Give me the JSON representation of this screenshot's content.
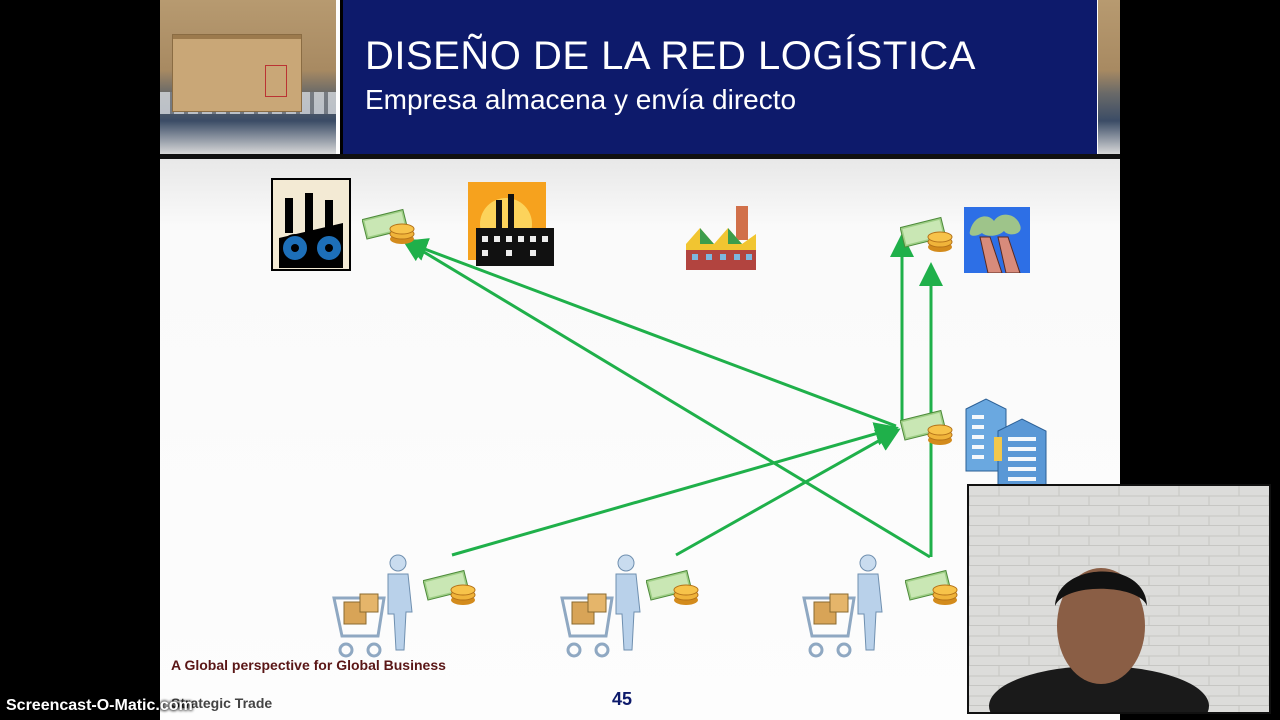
{
  "slide": {
    "title": "DISEÑO DE LA RED LOGÍSTICA",
    "subtitle": "Empresa almacena  y envía directo",
    "footer_line1": "A Global perspective for Global Business",
    "footer_line2": "Strategic Trade",
    "page_number": "45"
  },
  "colors": {
    "header_bg": "#0d1a6b",
    "arrow": "#1fb04a"
  },
  "diagram": {
    "nodes": [
      "factory-gears-icon",
      "factory-sunrise-icon",
      "factory-colorful-icon",
      "smokestack-icon",
      "warehouse-buildings-icon",
      "customer-cart-icon",
      "customer-cart-icon",
      "customer-cart-icon",
      "money-coins-icon"
    ]
  },
  "overlay": {
    "watermark": "Screencast-O-Matic.com",
    "webcam": "webcam-feed"
  }
}
